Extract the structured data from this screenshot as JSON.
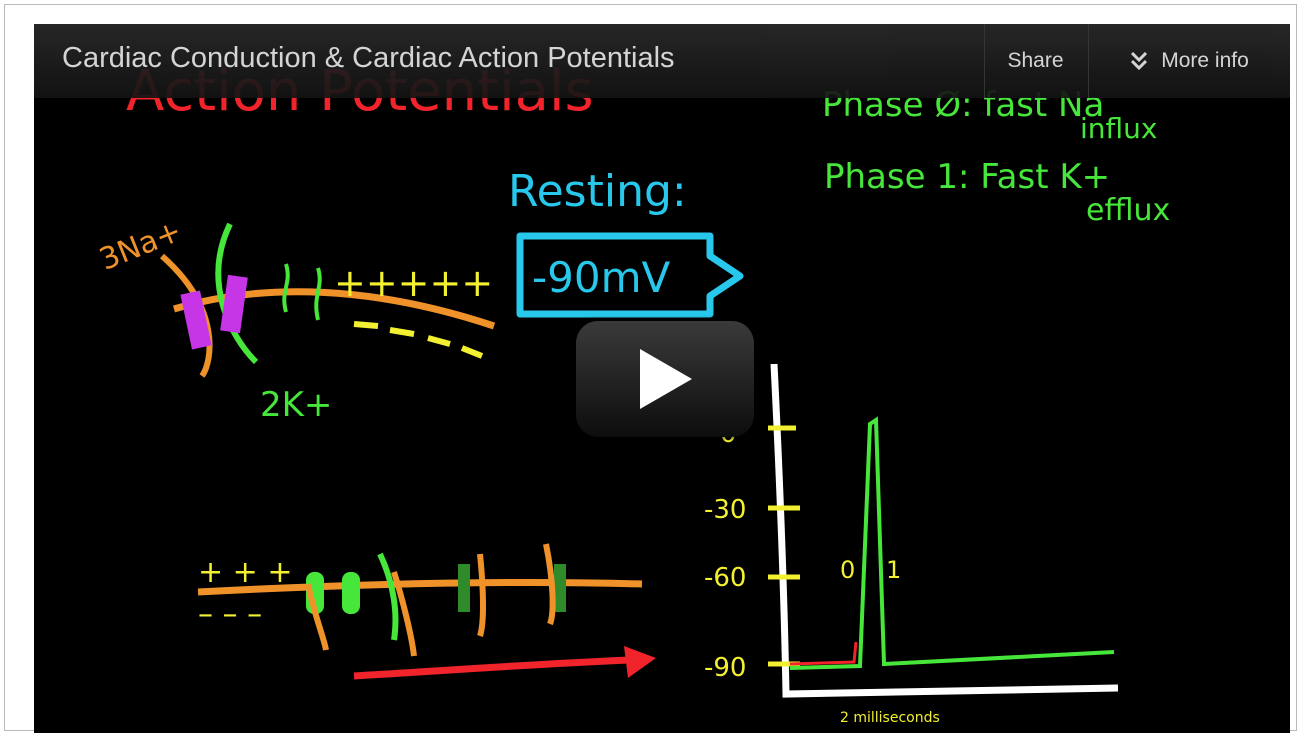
{
  "player": {
    "title": "Cardiac Conduction & Cardiac Action Potentials",
    "share_label": "Share",
    "more_info_label": "More info",
    "icons": {
      "more_info": "double-chevron-down-icon",
      "play": "play-icon"
    }
  },
  "drawing": {
    "heading": "Action Potentials",
    "resting_label": "Resting:",
    "resting_value": "-90mV",
    "phase0_line1": "Phase Ø: fast Na",
    "phase0_line2": "influx",
    "phase1_line1": "Phase 1: Fast K+",
    "phase1_line2": "efflux",
    "na_label": "3Na+",
    "k_label": "2K+",
    "y_ticks": [
      "0",
      "-30",
      "-60",
      "-90"
    ],
    "phase_marks": [
      "0",
      "1"
    ],
    "x_axis_note": "2 milliseconds",
    "colors": {
      "red": "#f0242a",
      "green": "#46e63a",
      "yellow": "#f2f030",
      "cyan": "#28c8ec",
      "orange": "#f0922a",
      "purple": "#c636e6",
      "white": "#ffffff"
    }
  }
}
